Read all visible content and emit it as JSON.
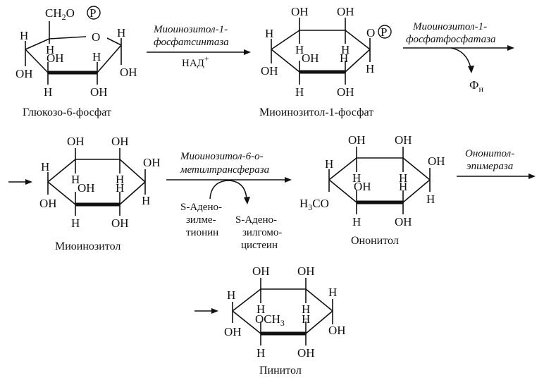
{
  "compounds": {
    "glucose6p": {
      "name": "Глюкозо-6-фосфат",
      "ch2o": "CH",
      "ch2o_sub": "2",
      "ch2o_o": "O",
      "phosphate": "P",
      "ring_o": "O",
      "h": "H",
      "oh": "OH"
    },
    "myoinositol1p": {
      "name": "Миоинозитол-1-фосфат",
      "ring_o": "O",
      "phosphate": "P",
      "h": "H",
      "oh": "OH"
    },
    "myoinositol": {
      "name": "Миоинозитол",
      "h": "H",
      "oh": "OH"
    },
    "ononitol": {
      "name": "Ононитол",
      "methoxy_h": "H",
      "methoxy_sub": "3",
      "methoxy_co": "CO",
      "h": "H",
      "oh": "OH"
    },
    "pinitol": {
      "name": "Пинитол",
      "och": "OCH",
      "och_sub": "3",
      "h": "H",
      "oh": "OH"
    }
  },
  "enzymes": {
    "e1_line1": "Миоинозитол-1-",
    "e1_line2": "фосфатсинтаза",
    "e1_cofactor": "НАД",
    "e1_cofactor_sup": "+",
    "e2_line1": "Миоинозитол-1-",
    "e2_line2": "фосфатфосфатаза",
    "e2_product": "Ф",
    "e2_product_sub": "н",
    "e3_line1": "Миоинозитол-6-о-",
    "e3_line2": "метилтрансфераза",
    "e4_line1": "Ононитол-",
    "e4_line2": "эпимераза"
  },
  "cosubstrates": {
    "sam": [
      "S-Адено-",
      "зилме-",
      "тионин"
    ],
    "sah": [
      "S-Адено-",
      "зилгомо-",
      "цистеин"
    ]
  }
}
